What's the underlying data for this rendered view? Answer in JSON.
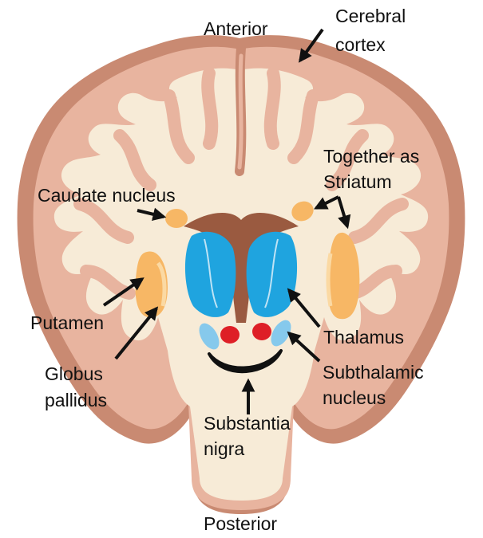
{
  "labels": {
    "anterior": "Anterior",
    "posterior": "Posterior",
    "cerebral_cortex_line1": "Cerebral",
    "cerebral_cortex_line2": "cortex",
    "together_line1": "Together as",
    "together_line2": "Striatum",
    "caudate_nucleus": "Caudate nucleus",
    "putamen": "Putamen",
    "globus_line1": "Globus",
    "globus_line2": "pallidus",
    "thalamus": "Thalamus",
    "subthalamic_line1": "Subthalamic",
    "subthalamic_line2": "nucleus",
    "substantia_line1": "Substantia",
    "substantia_line2": "nigra"
  },
  "colors": {
    "cortex_outer": "#c98a72",
    "gray_matter": "#e8b49f",
    "white_matter": "#f7ebd7",
    "ventricle": "#9a5a40",
    "caudate": "#f7b765",
    "putamen": "#f7b765",
    "globus_pallidus": "#fbd9a3",
    "thalamus": "#1fa4df",
    "subthalamic": "#86c9ec",
    "red_nucleus": "#de1f26",
    "substantia_nigra": "#111111",
    "arrow": "#111111"
  }
}
